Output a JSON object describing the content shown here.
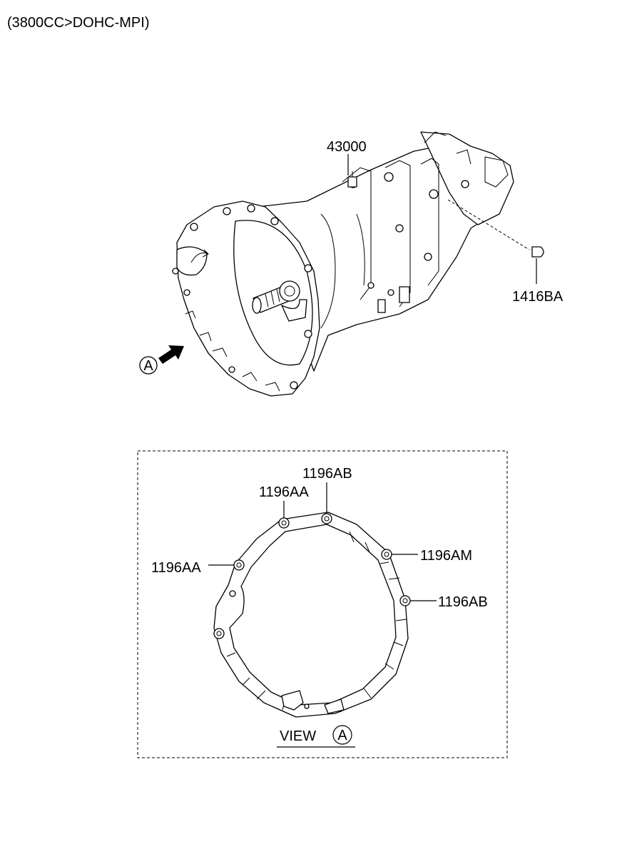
{
  "header": {
    "title": "(3800CC>DOHC-MPI)"
  },
  "callouts": {
    "assembly": "43000",
    "plug": "1416BA",
    "view_marker": "A"
  },
  "view_a": {
    "caption": "VIEW",
    "marker": "A",
    "labels": {
      "top_right": "1196AB",
      "top_left": "1196AA",
      "left": "1196AA",
      "right_upper": "1196AM",
      "right_lower": "1196AB"
    }
  }
}
